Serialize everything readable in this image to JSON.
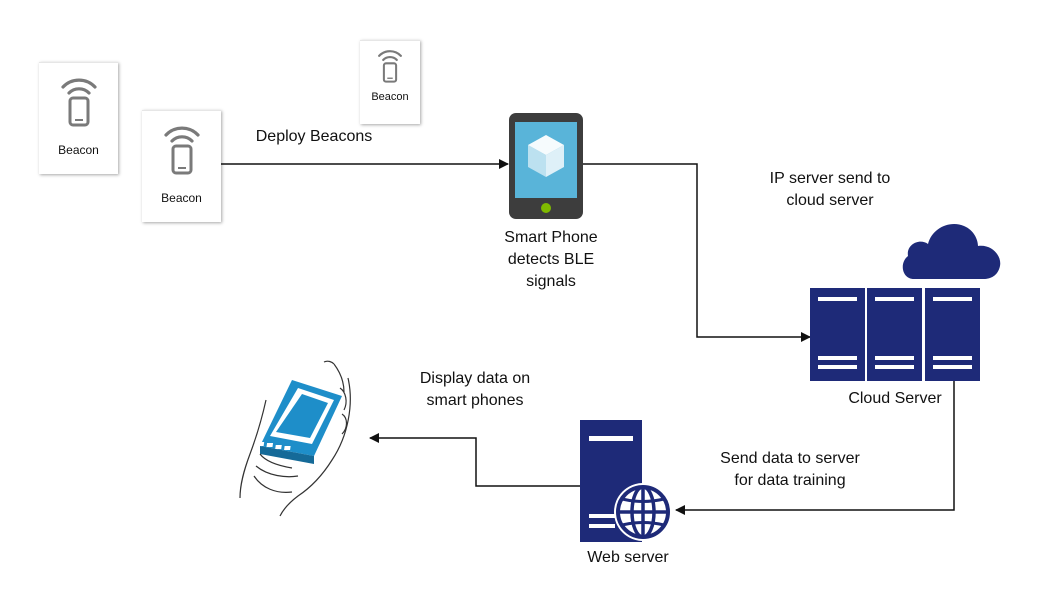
{
  "beacons": [
    {
      "label": "Beacon"
    },
    {
      "label": "Beacon"
    },
    {
      "label": "Beacon"
    }
  ],
  "labels": {
    "deploy": "Deploy Beacons",
    "phone": [
      "Smart Phone",
      "detects BLE",
      "signals"
    ],
    "ip_server": [
      "IP server send to",
      "cloud server"
    ],
    "cloud_server": "Cloud Server",
    "send_data": [
      "Send data to server",
      "for data training"
    ],
    "web_server": "Web server",
    "display": [
      "Display data on",
      "smart phones"
    ]
  },
  "colors": {
    "navy": "#1e2a78",
    "phone_body": "#3d3d3d",
    "phone_screen": "#59b4d9",
    "phone_button": "#7fba00",
    "hand_screen": "#1e8ec9",
    "icon_gray": "#7a7a7a",
    "line": "#111111"
  },
  "icons": [
    "wifi-icon",
    "smartphone-icon",
    "cloud-icon",
    "server-rack-icon",
    "globe-icon",
    "hand-phone-icon"
  ]
}
